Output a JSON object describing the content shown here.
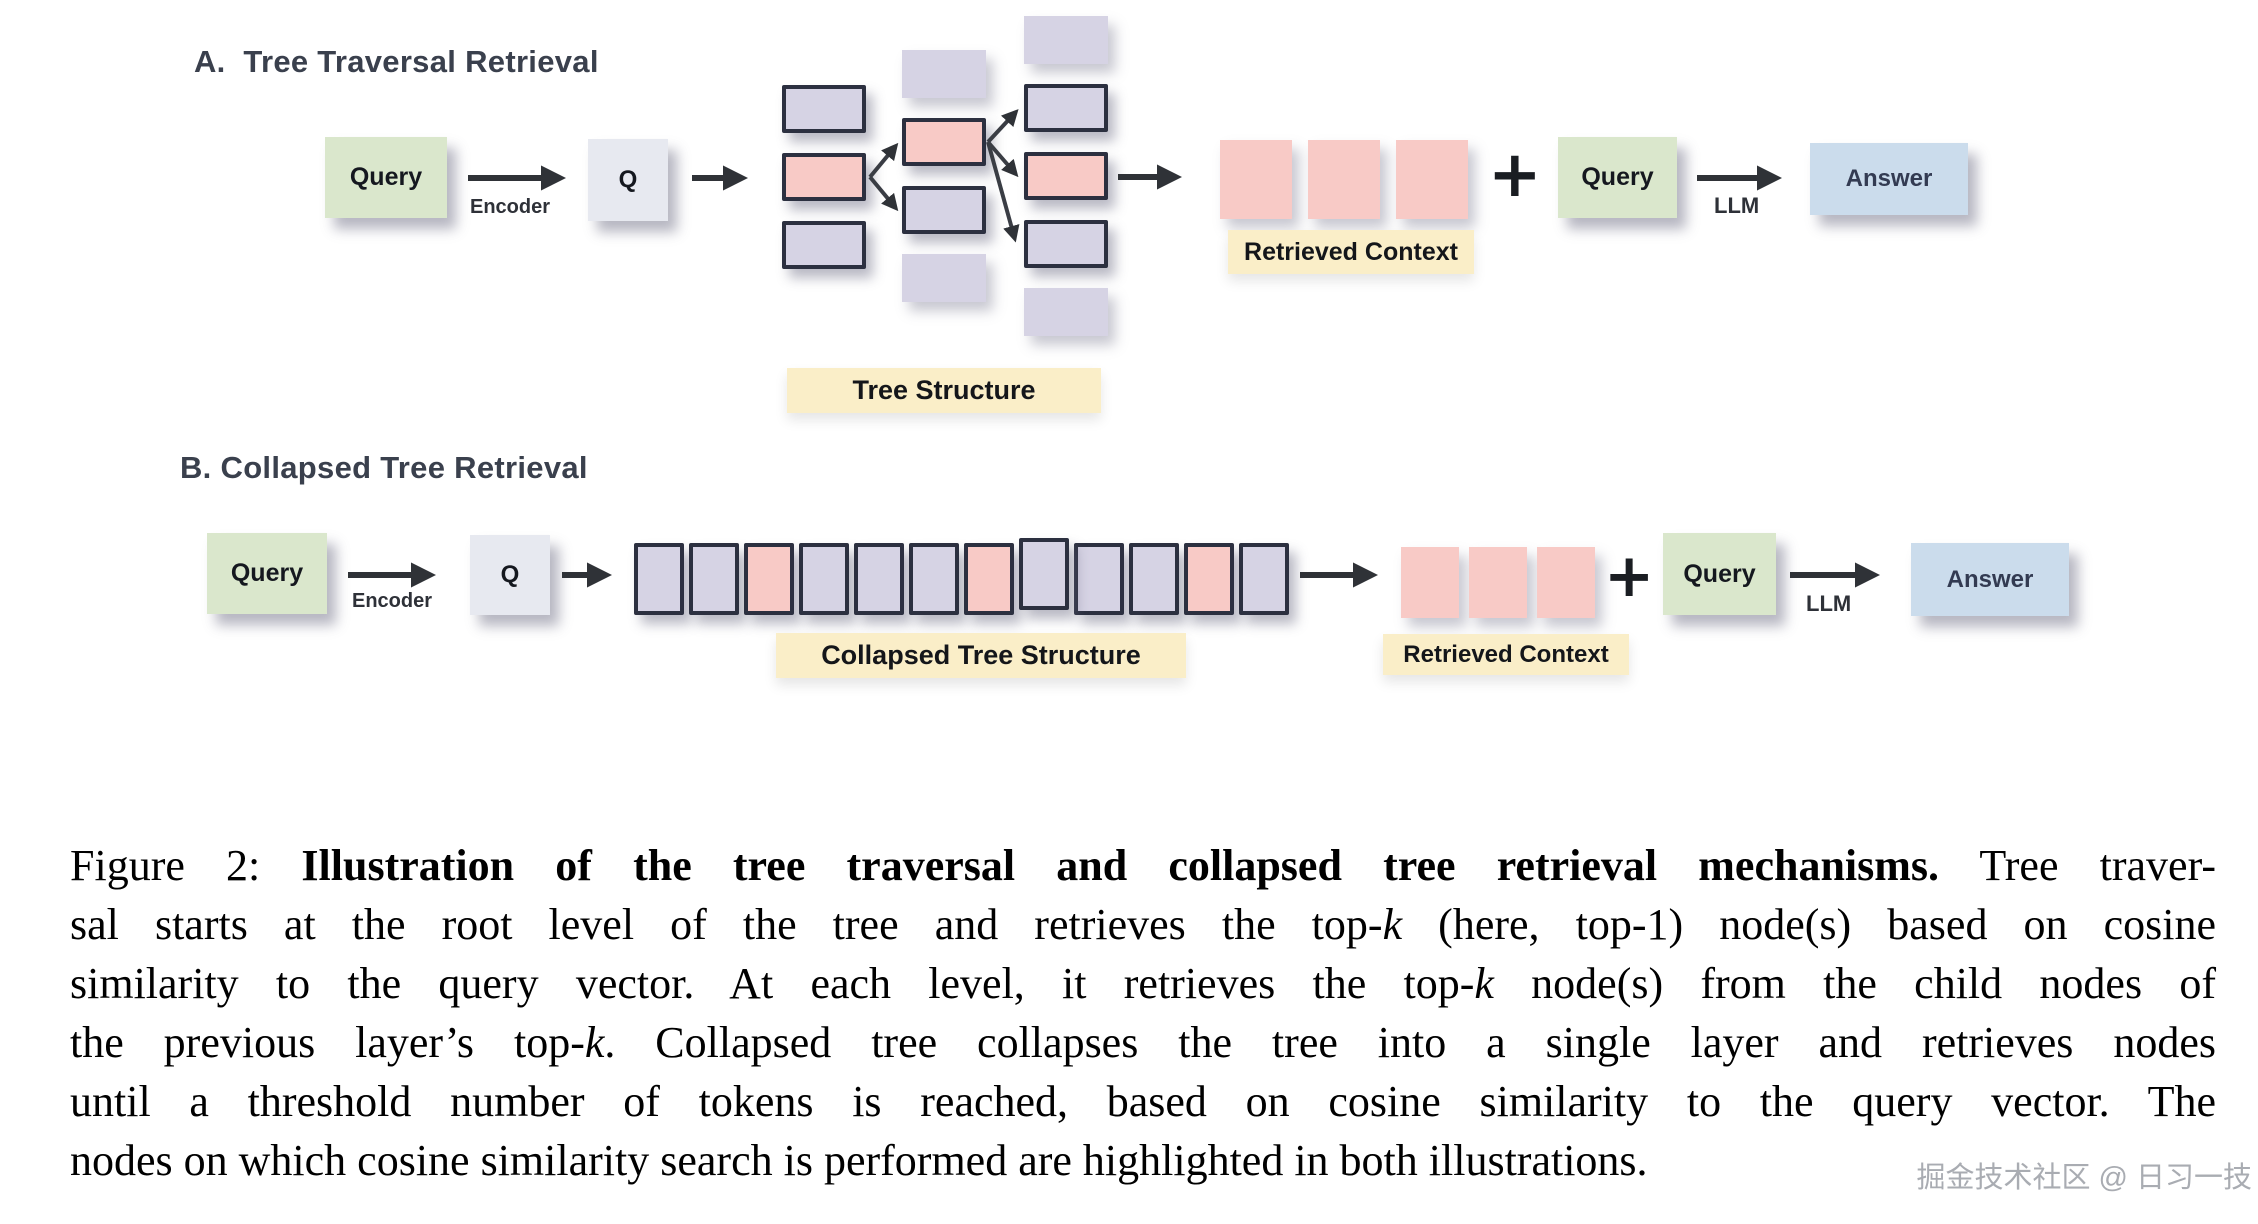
{
  "panel_a": {
    "heading": "A.  Tree Traversal Retrieval",
    "query_label": "Query",
    "encoder_label": "Encoder",
    "q_label": "Q",
    "tree_structure_label": "Tree Structure",
    "retrieved_context_label": "Retrieved Context",
    "plus_sign": "+",
    "query2_label": "Query",
    "llm_label": "LLM",
    "answer_label": "Answer",
    "tree": {
      "col1": [
        "purple",
        "pink",
        "purple"
      ],
      "col2": [
        "purple-plain",
        "pink",
        "purple",
        "purple-plain"
      ],
      "col3": [
        "purple-plain",
        "purple",
        "pink",
        "purple",
        "purple-plain"
      ]
    },
    "context_chunks": 3
  },
  "panel_b": {
    "heading": "B. Collapsed Tree Retrieval",
    "query_label": "Query",
    "encoder_label": "Encoder",
    "q_label": "Q",
    "collapsed_structure_label": "Collapsed Tree Structure",
    "retrieved_context_label": "Retrieved Context",
    "plus_sign": "+",
    "query2_label": "Query",
    "llm_label": "LLM",
    "answer_label": "Answer",
    "nodes": [
      "purple",
      "purple",
      "pink",
      "purple",
      "purple",
      "purple",
      "pink",
      "purple",
      "purple",
      "purple",
      "pink",
      "purple"
    ],
    "context_chunks": 3
  },
  "caption": {
    "lines": [
      [
        {
          "f": "r",
          "t": "Figure 2: "
        },
        {
          "f": "b",
          "t": "Illustration of the tree traversal and collapsed tree retrieval mechanisms."
        },
        {
          "f": "r",
          "t": " Tree traver-"
        }
      ],
      [
        {
          "f": "r",
          "t": "sal starts at the root level of the tree and retrieves the top-"
        },
        {
          "f": "i",
          "t": "k"
        },
        {
          "f": "r",
          "t": " (here, top-1) node(s) based on cosine"
        }
      ],
      [
        {
          "f": "r",
          "t": "similarity to the query vector. At each level, it retrieves the top-"
        },
        {
          "f": "i",
          "t": "k"
        },
        {
          "f": "r",
          "t": " node(s) from the child nodes of"
        }
      ],
      [
        {
          "f": "r",
          "t": "the previous layer’s top-"
        },
        {
          "f": "i",
          "t": "k"
        },
        {
          "f": "r",
          "t": ". Collapsed tree collapses the tree into a single layer and retrieves nodes"
        }
      ],
      [
        {
          "f": "r",
          "t": "until a threshold number of tokens is reached, based on cosine similarity to the query vector. The"
        }
      ],
      [
        {
          "f": "r",
          "t": "nodes on which cosine similarity search is performed are highlighted in both illustrations."
        }
      ]
    ]
  },
  "watermark": "掘金技术社区 @ 日习一技",
  "colors": {
    "node_purple": "#d6d3e4",
    "node_pink": "#f8cac6",
    "node_border": "#2c3040",
    "query_green": "#dae7cc",
    "q_gray": "#e7e9f0",
    "answer_blue": "#cbdcec",
    "tag_yellow": "#faeec8",
    "heading_text": "#3a404d",
    "arrow": "#2f3237"
  }
}
